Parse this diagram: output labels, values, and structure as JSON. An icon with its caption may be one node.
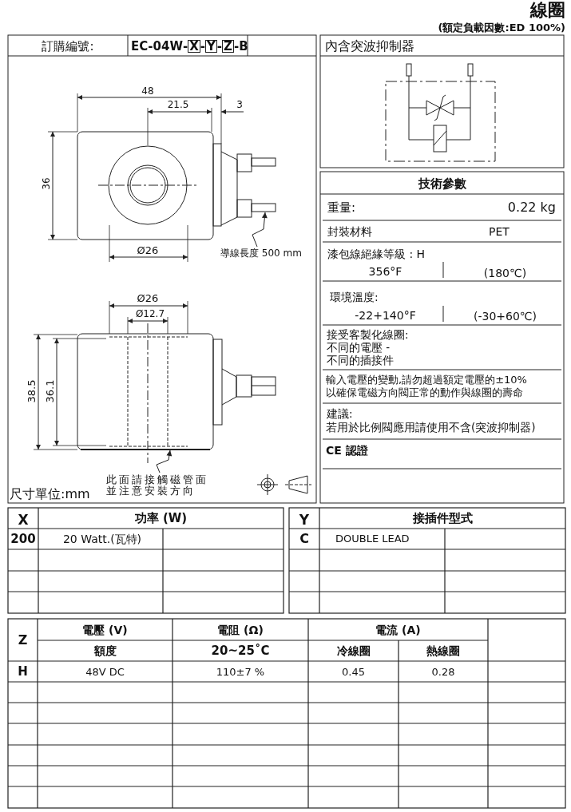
{
  "diagram": {
    "nodes": [
      {
        "text": [
          "導線長度 500 mm"
        ]
      },
      {
        "text": [
          "此面請接觸磁管面並注意安裝方向"
        ]
      },
      {
        "text": [],
        "shape": "box"
      },
      {
        "text": [],
        "shape": "bar"
      }
    ],
    "edges": [
      {
        "from": 0,
        "to": 2,
        "arrow": "to"
      },
      {
        "from": 1,
        "to": 3,
        "arrow": "to"
      }
    ],
    "labels": [
      "線圈",
      "(額定負載因數:ED 100%)",
      "訂購編號:",
      "EC-04W-X-Y-Z-B",
      "內含突波抑制器",
      "48",
      "21.5",
      "3",
      "36",
      "Ø26",
      "Ø26",
      "Ø12.7",
      "38.5",
      "36.1",
      "尺寸單位:mm",
      "技術參數",
      "重量:",
      "0.22 kg",
      "封裝材料",
      "PET",
      "漆包線絕緣等級 : H",
      "356°F",
      "(180℃)",
      "環境溫度:",
      "-22+140°F",
      "(-30+60℃)",
      "接受客製化線圈:",
      "不同的電壓 -",
      "不同的插接件",
      "輸入電壓的變動,請勿超過額定電壓的±10%以確保電磁方向閥正常的動作與線圈的壽命",
      "建議:",
      "若用於比例閥應用請使用不含(突波抑制器)",
      "CE 認證",
      "X",
      "功率 (W)",
      "200",
      "20 Watt.(瓦特)",
      "Y",
      "接插件型式",
      "C",
      "DOUBLE LEAD",
      "Z",
      "電壓 (V)",
      "電阻 (Ω)",
      "電流 (A)",
      "額度",
      "20~25˚C",
      "冷線圈",
      "熱線圈",
      "H",
      "48V DC",
      "110±7 %",
      "0.45",
      "0.28"
    ]
  }
}
